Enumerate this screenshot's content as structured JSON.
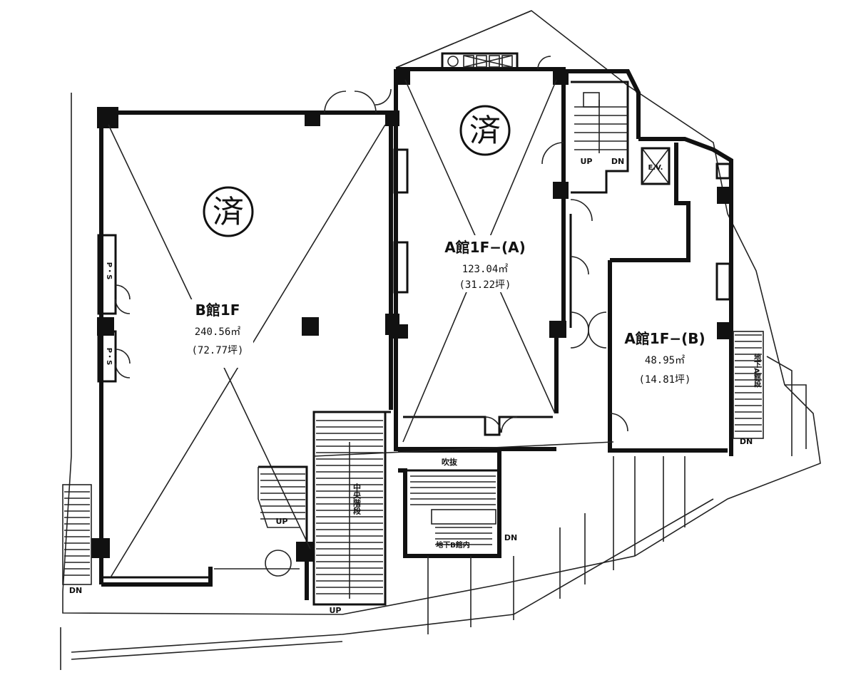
{
  "rooms": {
    "b1f": {
      "name": "B館1F",
      "area": "240.56㎡",
      "tsubo": "(72.77坪)",
      "stamp": "済"
    },
    "a1f_a": {
      "name": "A館1F−(A)",
      "area": "123.04㎡",
      "tsubo": "(31.22坪)",
      "stamp": "済"
    },
    "a1f_b": {
      "name": "A館1F−(B)",
      "area": "48.95㎡",
      "tsubo": "(14.81坪)"
    }
  },
  "labels": {
    "ps1": "P・S",
    "ps2": "P・S",
    "up_a": "UP",
    "dn_a": "DN",
    "ev": "E.V.",
    "up_center": "UP",
    "up_bottom": "UP",
    "dn_left": "DN",
    "dn_right": "DN",
    "dn_mid": "DN",
    "center_stairs": "中央階段",
    "void": "吹抜",
    "basement_b": "地下B館内",
    "basement_a": "地下A館段"
  }
}
